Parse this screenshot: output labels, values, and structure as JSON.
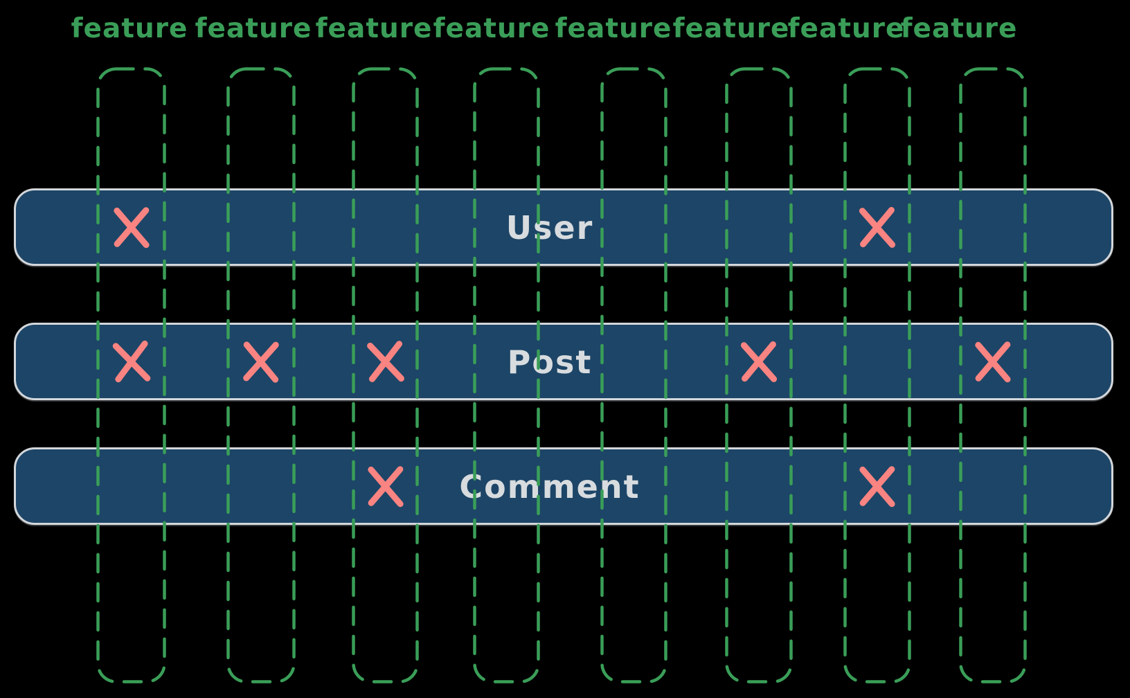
{
  "canvas": {
    "background": "#000000"
  },
  "colors": {
    "grid_green": "#3a9e58",
    "bar_fill": "#1d4567",
    "bar_border": "#d3d7db",
    "bar_text": "#d8dcdf",
    "mark_red": "#f98481"
  },
  "columns": [
    {
      "label": "feature"
    },
    {
      "label": "feature"
    },
    {
      "label": "feature"
    },
    {
      "label": "feature"
    },
    {
      "label": "feature"
    },
    {
      "label": "feature"
    },
    {
      "label": "feature"
    },
    {
      "label": "feature"
    }
  ],
  "rows": [
    {
      "label": "User",
      "marked_columns": [
        1,
        7
      ]
    },
    {
      "label": "Post",
      "marked_columns": [
        1,
        2,
        3,
        6,
        8
      ]
    },
    {
      "label": "Comment",
      "marked_columns": [
        3,
        7
      ]
    }
  ]
}
